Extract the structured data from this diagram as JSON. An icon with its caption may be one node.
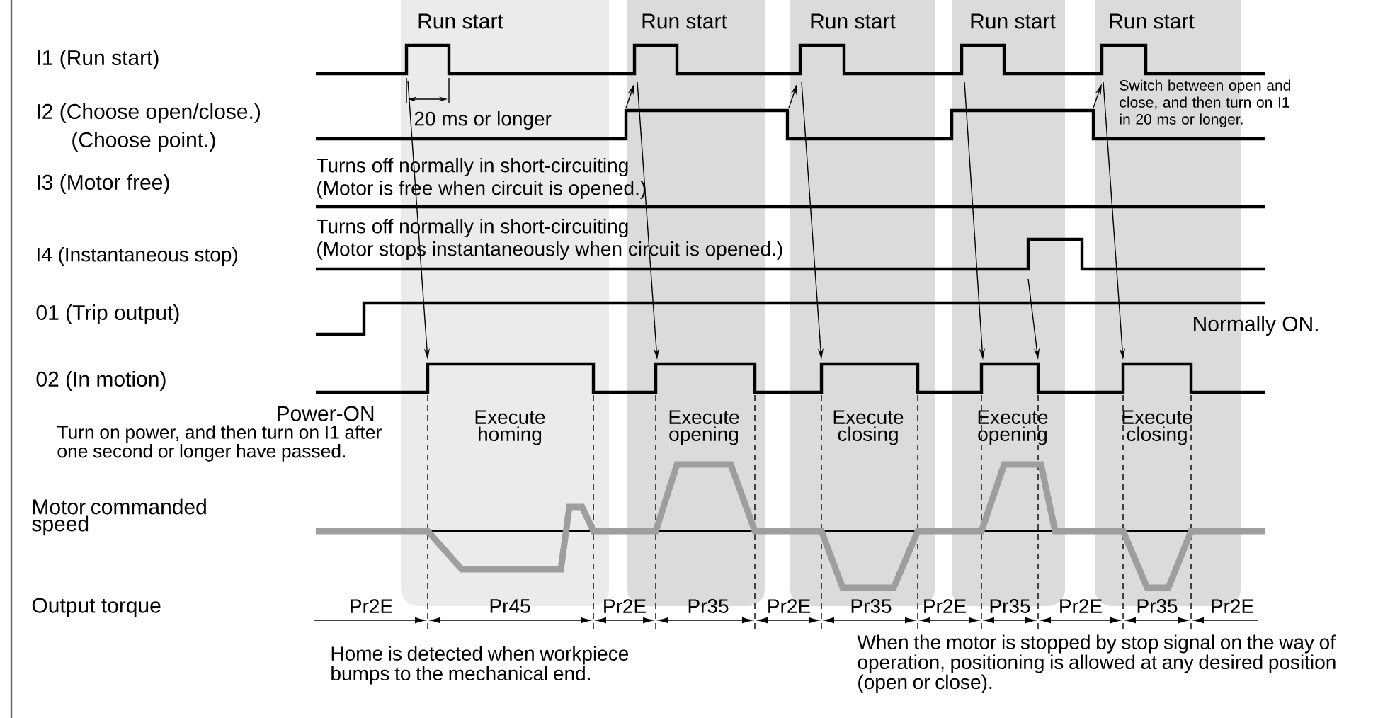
{
  "diagram": {
    "labels": [
      "Run start",
      "Run start",
      "Run start",
      "Run start",
      "Run start",
      "I1 (Run start)",
      "I2 (Choose open/close.)",
      "20 ms or longer",
      "Switch between open and close, and then turn on I1 in 20 ms or longer.",
      "(Choose point.)",
      "Turns off normally in short-circuiting",
      "I3 (Motor free)",
      "(Motor is free when circuit is opened.)",
      "Turns off normally in short-circuiting",
      "I4 (Instantaneous stop)",
      "(Motor stops instantaneously when circuit is opened.)",
      "01 (Trip output)",
      "Normally ON.",
      "02 (In motion)",
      "Power-ON",
      "Execute homing",
      "Execute opening",
      "Execute closing",
      "Execute opening",
      "Execute closing",
      "Turn on power, and then turn on I1 after one second or longer have passed.",
      "Motor commanded speed",
      "Output torque",
      "Pr2E",
      "Pr45",
      "Pr2E",
      "Pr35",
      "Pr2E",
      "Pr35",
      "Pr2E",
      "Pr35",
      "Pr2E",
      "Pr35",
      "Pr2E",
      "Home is detected when workpiece bumps to the mechanical end.",
      "When the motor is stopped by stop signal on the way of operation, positioning is allowed at any desired position (open or close)."
    ]
  }
}
